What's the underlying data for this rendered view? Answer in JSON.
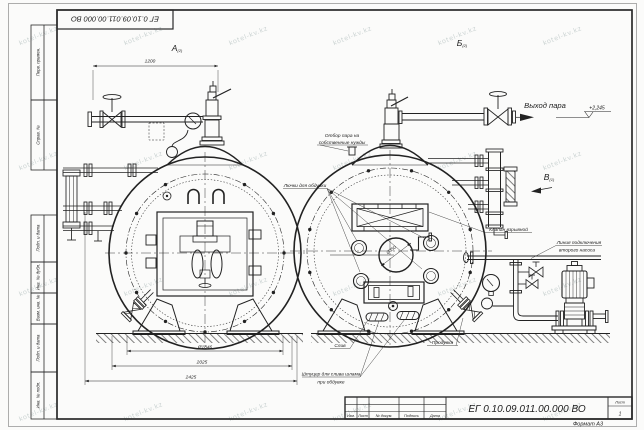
{
  "sheet": {
    "doc_number": "ЕГ 0.10.09.011.00.000  ВО",
    "format_label": "Формат А3",
    "watermark": "kotel-kv.kz"
  },
  "stamp_top": {
    "doc_number": "ЕГ 0.10.09.011.00.000  ВО"
  },
  "side_strip": {
    "perv": "Перв. примен.",
    "sprav": "Справ. №",
    "podp1": "Подп. и дата",
    "inv_dubl": "Инв. № дубл.",
    "vzam": "Взам. инв. №",
    "podp2": "Подп. и дата",
    "inv_podl": "Инв. № подл."
  },
  "title_block": {
    "doc_number": "ЕГ 0.10.09.011.00.000  ВО",
    "col_izm": "Изм.",
    "col_list": "Лист",
    "col_docum": "№ докум.",
    "col_podp": "Подпись",
    "col_data": "Дата",
    "sheet_label": "Лист",
    "sheet_number": "1"
  },
  "view_labels": {
    "a": "А",
    "a_ref": "(2)",
    "b": "Б",
    "b_ref": "(2)",
    "v": "В",
    "v_ref": "(1)"
  },
  "dims": {
    "top_width": "1200",
    "diameter": "Ø1846",
    "width_mid": "2025",
    "width_overall": "2425",
    "manhole": "Ø350",
    "elevation": "+2,245"
  },
  "labels": {
    "steam_out": "Выход пара",
    "own_needs_1": "Отбор пара на",
    "own_needs_2": "собственные нужды",
    "hatches": "Лючки для обдувки",
    "explosion": "Клапан взрывной",
    "pump_line_1": "Линия подключения",
    "pump_line_2": "второго насоса",
    "drain": "Слив",
    "blowdown": "Продувка",
    "sludge_1": "Штуцер для слива шлама",
    "sludge_2": "при обдувке"
  }
}
